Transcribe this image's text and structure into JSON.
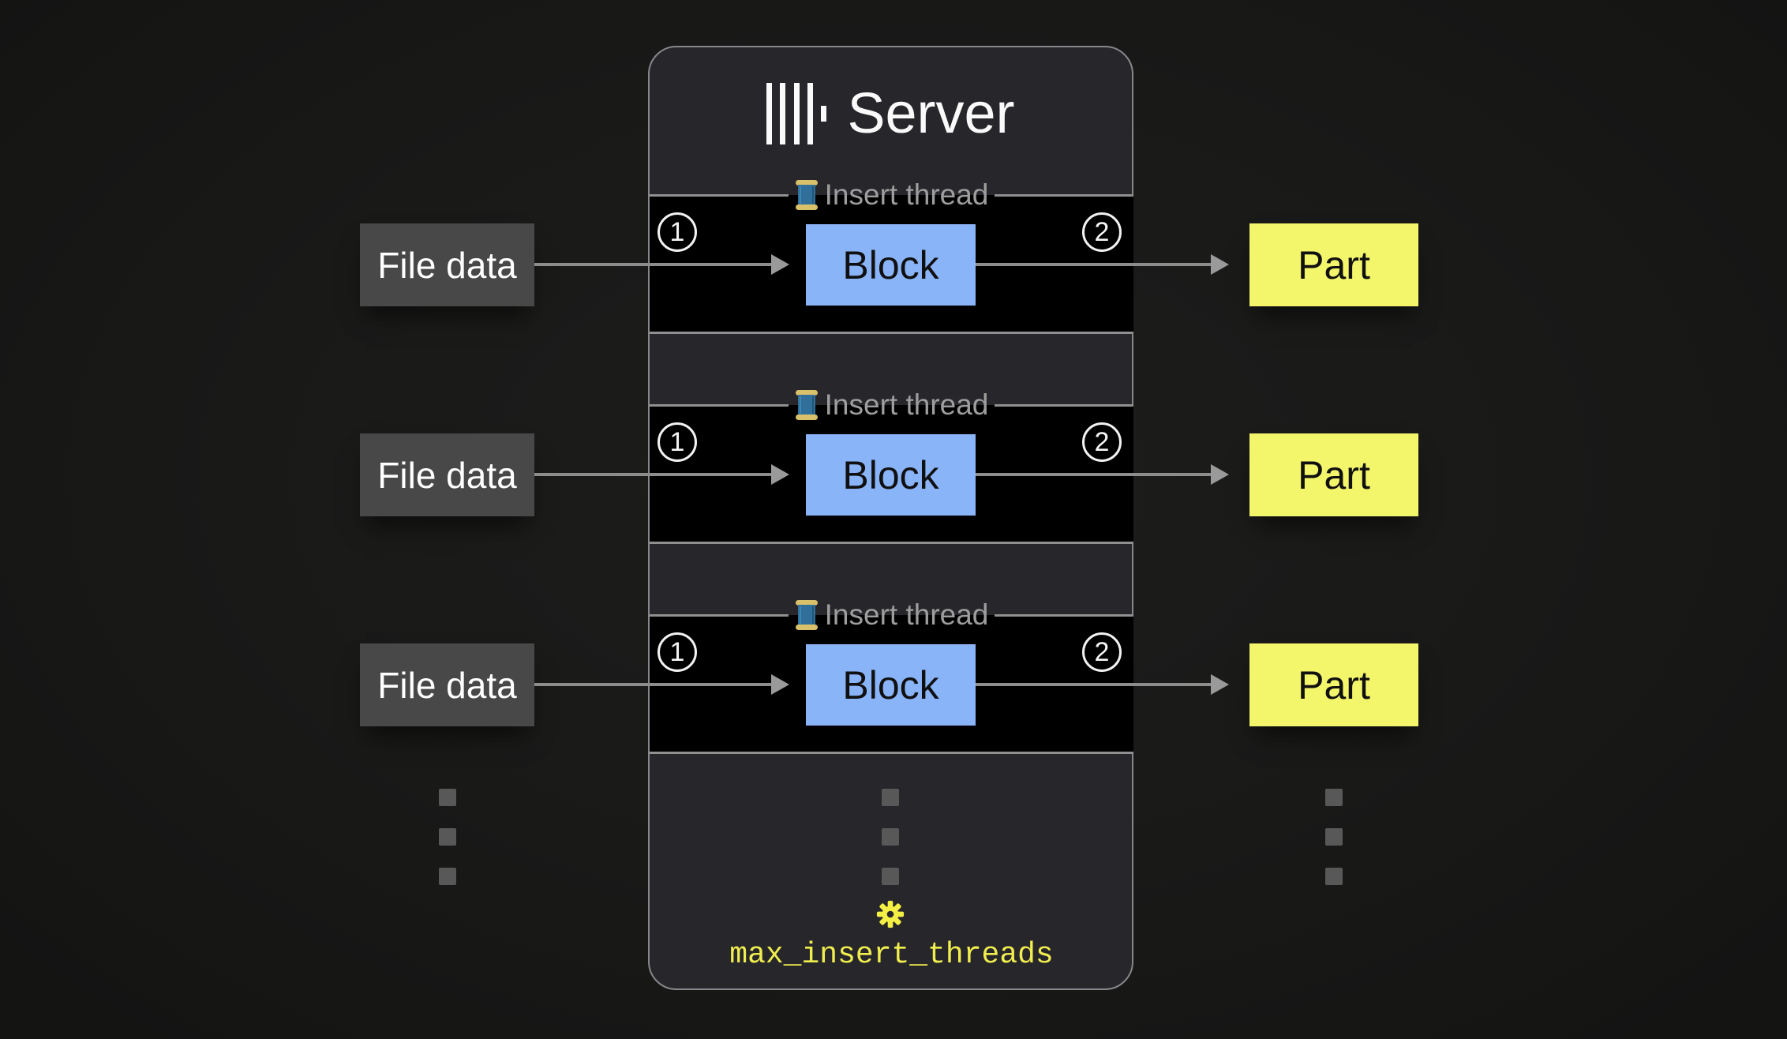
{
  "server": {
    "title": "Server",
    "setting": "max_insert_threads"
  },
  "rows": [
    {
      "input": "File data",
      "legend": "Insert thread",
      "step_in": "1",
      "block": "Block",
      "step_out": "2",
      "output": "Part"
    },
    {
      "input": "File data",
      "legend": "Insert thread",
      "step_in": "1",
      "block": "Block",
      "step_out": "2",
      "output": "Part"
    },
    {
      "input": "File data",
      "legend": "Insert thread",
      "step_in": "1",
      "block": "Block",
      "step_out": "2",
      "output": "Part"
    }
  ],
  "colors": {
    "server_bg": "#26262b",
    "server_border": "#87878b",
    "row_border": "#909090",
    "block_fill": "#8ab4f8",
    "part_fill": "#f3f56b",
    "input_fill": "#484848",
    "arrow": "#8d8d8d",
    "arrow_head": "#9a9a9a",
    "muted_text": "#9e9e9e",
    "accent_yellow": "#f0ed4e",
    "dot": "#585858"
  }
}
